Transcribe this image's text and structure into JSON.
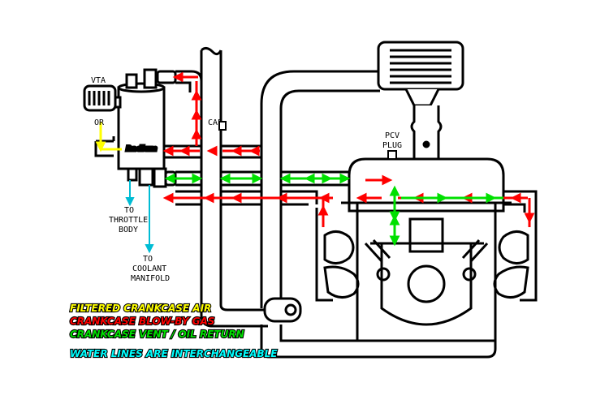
{
  "labels": {
    "vta": "VTA",
    "or": "OR",
    "cap": "CAP",
    "pcv_line1": "PCV",
    "pcv_line2": "PLUG",
    "throttle_line1": "TO",
    "throttle_line2": "THROTTLE",
    "throttle_line3": "BODY",
    "coolant_line1": "TO",
    "coolant_line2": "COOLANT",
    "coolant_line3": "MANIFOLD",
    "brand": "Radium"
  },
  "legend": [
    {
      "text": "FILTERED CRANKCASE AIR",
      "color": "#ffff00"
    },
    {
      "text": "CRANKCASE BLOW-BY GAS",
      "color": "#ff0000"
    },
    {
      "text": "CRANKCASE VENT / OIL RETURN",
      "color": "#00e000"
    },
    {
      "text": "WATER LINES ARE INTERCHANGEABLE",
      "color": "#00ffff"
    }
  ],
  "colors": {
    "filtered_air": "#ffff00",
    "blow_by": "#ff0000",
    "vent_return": "#00e000",
    "water": "#00bcd4"
  }
}
